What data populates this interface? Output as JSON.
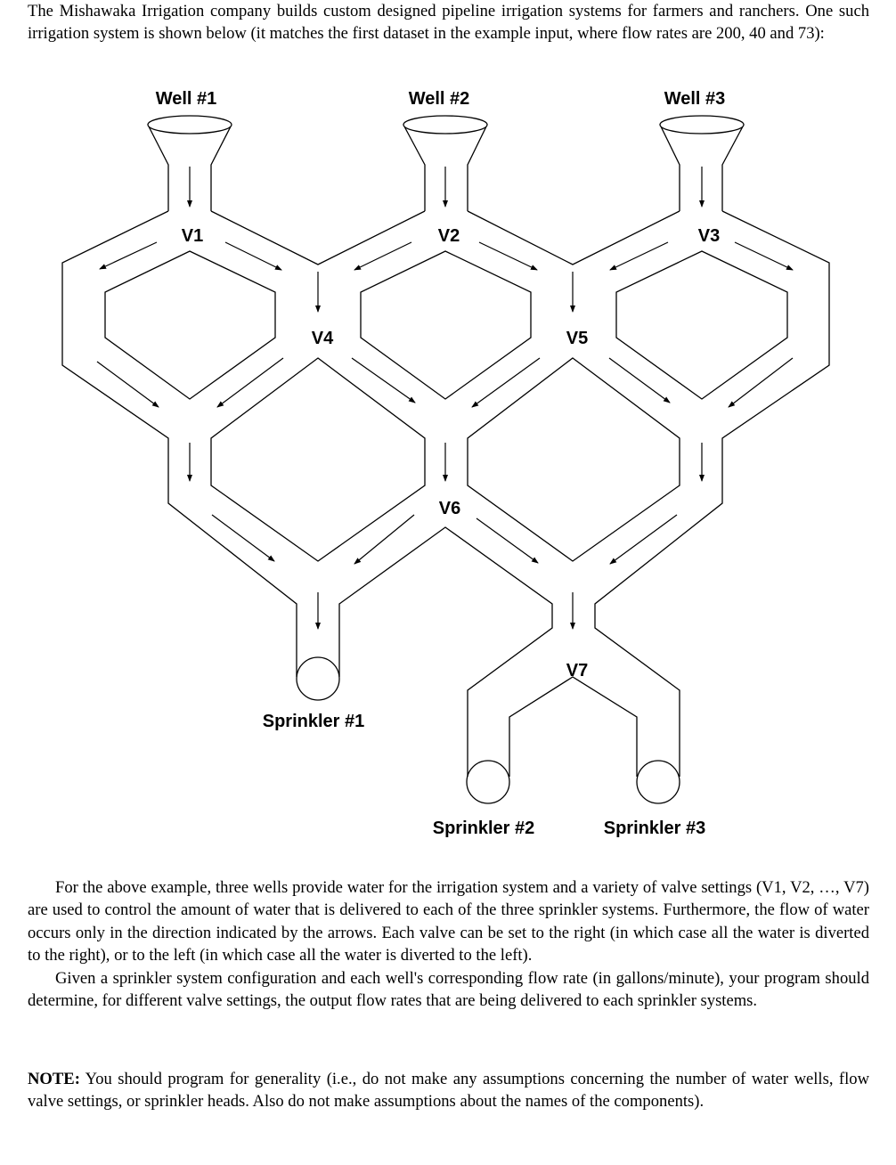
{
  "intro": "The Mishawaka Irrigation company builds custom designed pipeline irrigation systems for farmers and ranchers. One such irrigation system is shown below (it matches the first dataset in the example input, where flow rates are 200, 40 and 73):",
  "diagram": {
    "wells": [
      "Well #1",
      "Well #2",
      "Well #3"
    ],
    "valves": [
      "V1",
      "V2",
      "V3",
      "V4",
      "V5",
      "V6",
      "V7"
    ],
    "sprinklers": [
      "Sprinkler #1",
      "Sprinkler #2",
      "Sprinkler #3"
    ]
  },
  "para2": "For the above example, three wells provide water for the irrigation system and a variety of valve settings (V1, V2, …, V7) are used to control the amount of water that is delivered to each of the three sprinkler systems. Furthermore, the flow of water occurs only in the direction indicated by the arrows. Each valve can be set to the right (in which case all the water is diverted to the right), or to the left (in which case all the water is diverted to the left).",
  "para3": "Given a sprinkler system configuration and each well's corresponding flow rate (in gallons/minute), your program should determine, for different valve settings, the output flow rates that are being delivered to each sprinkler systems.",
  "note_label": "NOTE:",
  "note_text": " You should program for generality (i.e., do not make any assumptions concerning the number of water wells, flow valve settings, or sprinkler heads. Also do not make assumptions about the names of the components)."
}
